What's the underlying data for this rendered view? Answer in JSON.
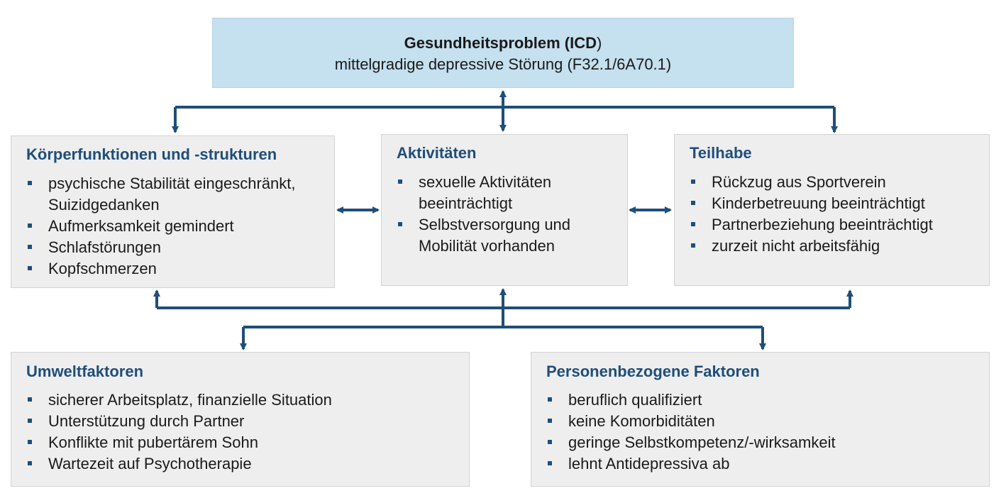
{
  "colors": {
    "accent": "#1f4e79",
    "top_fill": "#c5e0ee",
    "box_fill": "#eeeeee"
  },
  "health_problem": {
    "title_bold": "Gesundheitsproblem (ICD",
    "title_rest": ")",
    "subtitle": "mittelgradige depressive Störung (F32.1/6A70.1)"
  },
  "body_functions": {
    "title": "Körperfunktionen und -strukturen",
    "items": [
      "psychische Stabilität eingeschränkt, Suizidgedanken",
      "Aufmerksamkeit gemindert",
      "Schlafstörungen",
      "Kopfschmerzen"
    ]
  },
  "activities": {
    "title": "Aktivitäten",
    "items": [
      "sexuelle Aktivitäten beeinträchtigt",
      "Selbstversorgung und Mobilität vorhanden"
    ]
  },
  "participation": {
    "title": "Teilhabe",
    "items": [
      "Rückzug aus Sportverein",
      "Kinderbetreuung beeinträchtigt",
      "Partnerbeziehung beeinträchtigt",
      "zurzeit nicht arbeitsfähig"
    ]
  },
  "environment": {
    "title": "Umweltfaktoren",
    "items": [
      "sicherer Arbeitsplatz, finanzielle Situation",
      "Unterstützung durch Partner",
      "Konflikte mit pubertärem Sohn",
      "Wartezeit auf Psychotherapie"
    ]
  },
  "personal": {
    "title": "Personenbezogene Faktoren",
    "items": [
      "beruflich qualifiziert",
      "keine Komorbiditäten",
      "geringe Selbstkompetenz/-wirksamkeit",
      "lehnt Antidepressiva ab"
    ]
  }
}
